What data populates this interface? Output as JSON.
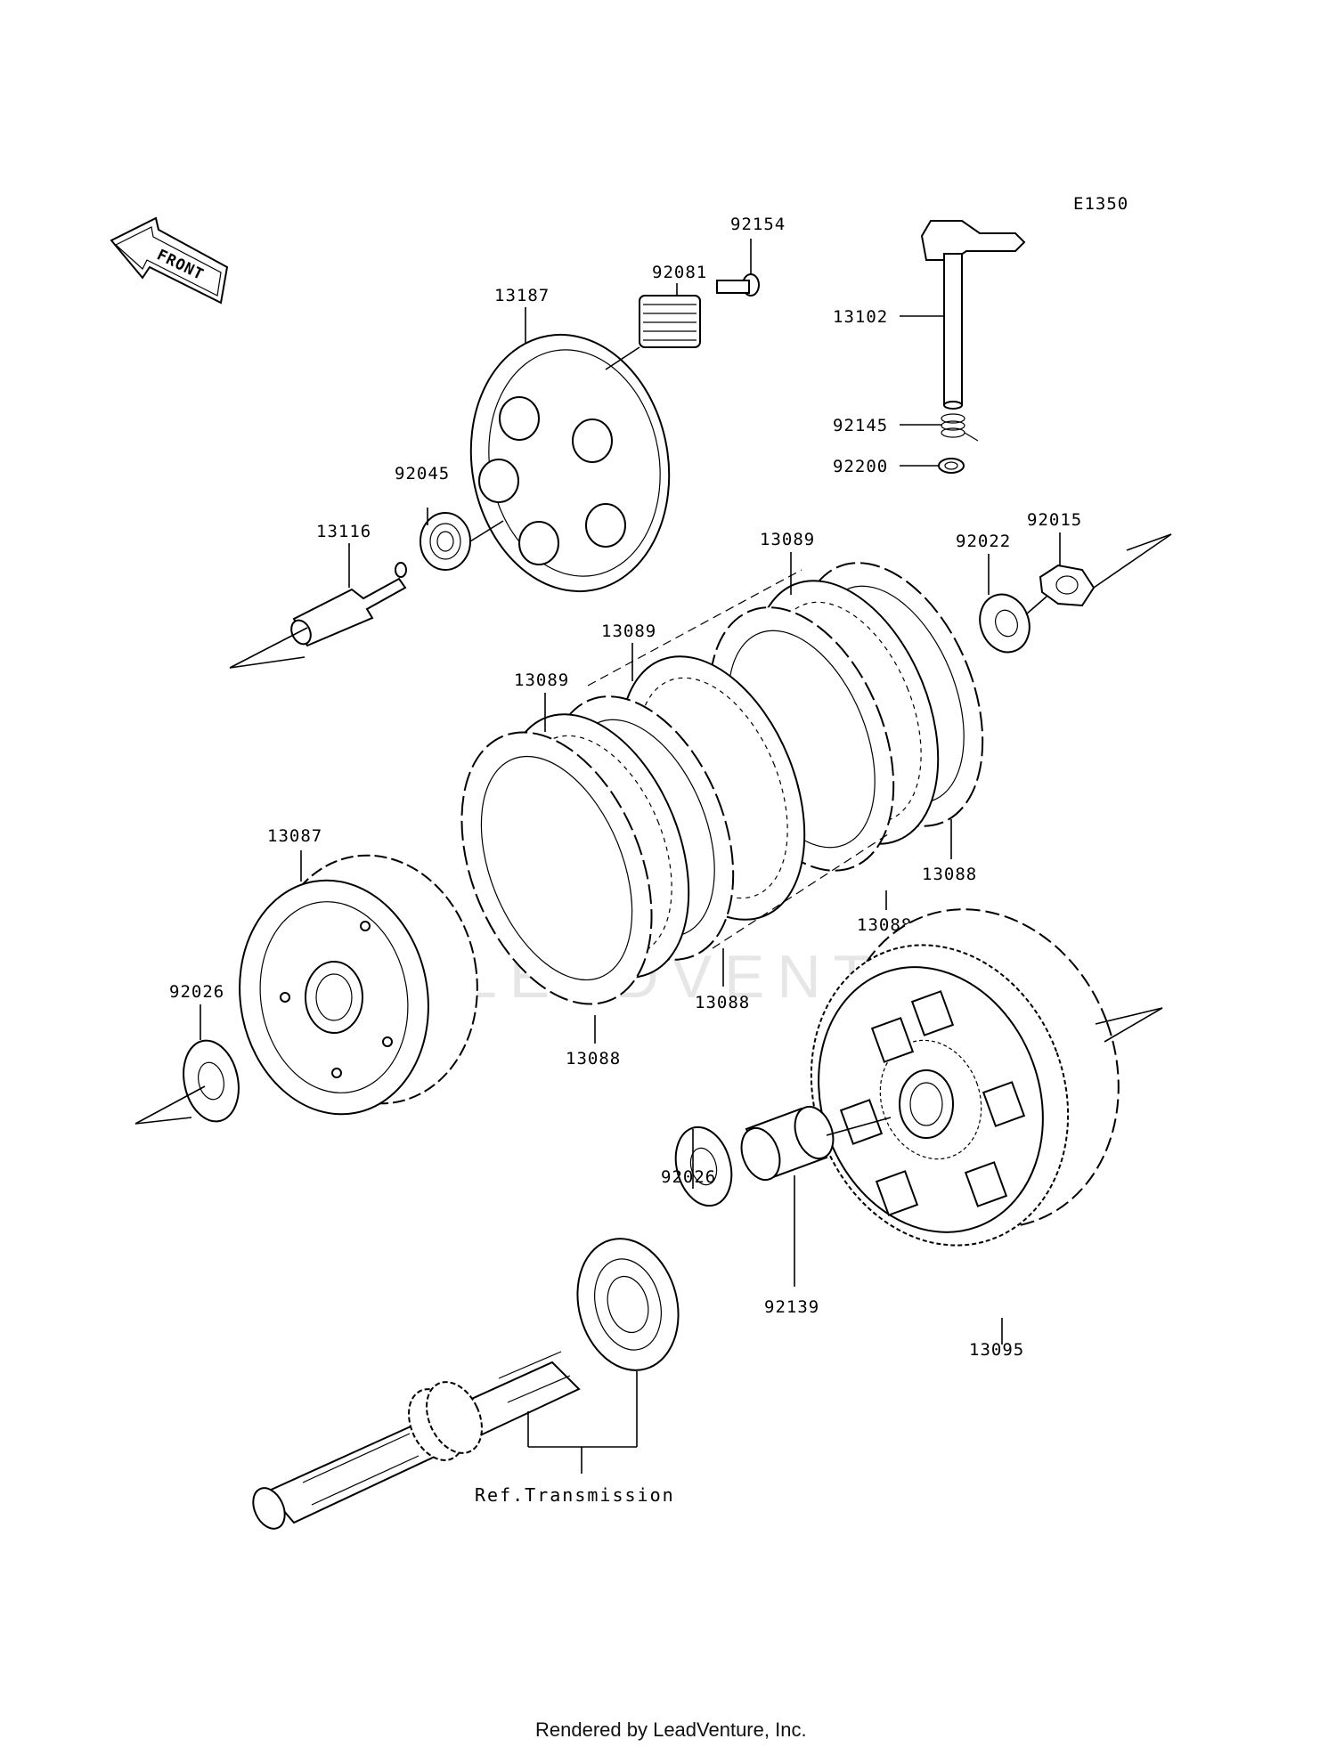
{
  "diagram_code": "E1350",
  "front_arrow": "FRONT",
  "watermark": "LEADVENTURE",
  "footer": "Rendered by LeadVenture, Inc.",
  "ref_label": "Ref.Transmission",
  "parts": {
    "p92154": "92154",
    "p92081": "92081",
    "p13187": "13187",
    "p13102": "13102",
    "p92145": "92145",
    "p92200": "92200",
    "p92045": "92045",
    "p13116": "13116",
    "p92015": "92015",
    "p92022": "92022",
    "p13089a": "13089",
    "p13089b": "13089",
    "p13089c": "13089",
    "p13088a": "13088",
    "p13088b": "13088",
    "p13088c": "13088",
    "p13088d": "13088",
    "p13087": "13087",
    "p92026a": "92026",
    "p92026b": "92026",
    "p92139": "92139",
    "p13095": "13095"
  }
}
